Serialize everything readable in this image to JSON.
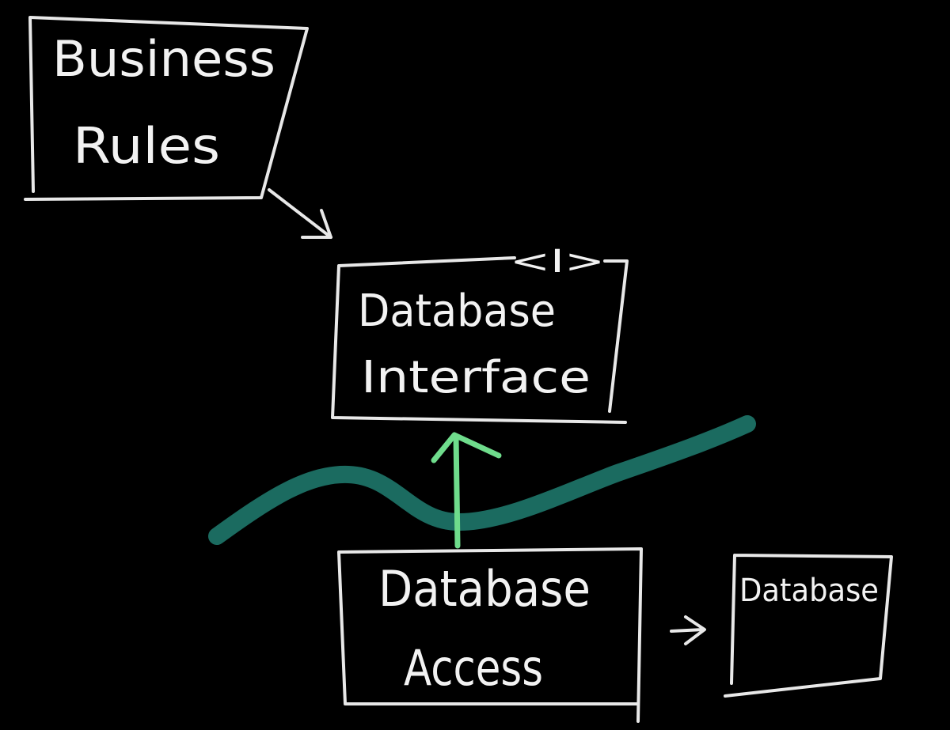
{
  "diagram": {
    "business_rules": {
      "line1": "Business",
      "line2": "Rules"
    },
    "database_interface": {
      "stereotype": "<I>",
      "line1": "Database",
      "line2": "Interface"
    },
    "database_access": {
      "line1": "Database",
      "line2": "Access"
    },
    "database": {
      "label": "Database"
    }
  },
  "colors": {
    "background": "#000000",
    "ink": "#e8e8e8",
    "boundary_line": "#1b6b60",
    "dependency_arrow": "#6fdc8c"
  }
}
